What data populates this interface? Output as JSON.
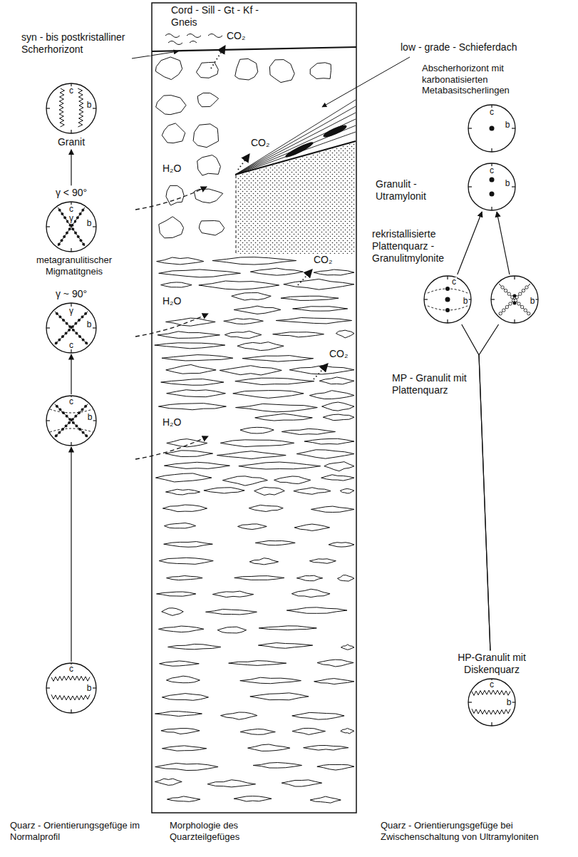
{
  "diagram": {
    "nodes": [
      {
        "text": [
          "c",
          "b",
          "Granit"
        ]
      },
      {
        "text": [
          "γ < 90°",
          "c",
          "γ",
          "b"
        ]
      },
      {
        "text": [
          "γ ~ 90°",
          "γ",
          "b",
          "c"
        ]
      },
      {
        "text": [
          "c",
          "b"
        ]
      },
      {
        "text": [
          "c",
          "b"
        ]
      },
      {
        "text": [
          "c",
          "b"
        ]
      },
      {
        "text": [
          "c",
          "b"
        ]
      },
      {
        "text": [
          "c",
          "b"
        ]
      },
      {
        "text": [
          "b"
        ]
      },
      {
        "text": [
          "HP-Granulit mit Diskenquarz",
          "c",
          "b"
        ]
      }
    ],
    "edges": [
      {
        "from": 4,
        "to": 3,
        "arrow": "to"
      },
      {
        "from": 3,
        "to": 2,
        "arrow": "to"
      },
      {
        "from": 1,
        "to": 0,
        "arrow": "to"
      },
      {
        "from": 7,
        "to": 6,
        "arrow": "to"
      },
      {
        "from": 8,
        "to": 6,
        "arrow": "to"
      },
      {
        "from": 9,
        "to": 7,
        "arrow": "none"
      },
      {
        "from": 9,
        "to": 8,
        "arrow": "none"
      }
    ],
    "labels": [
      "Cord - Sill - Gt - Kf - Gneis",
      "syn - bis postkristalliner Scherhorizont",
      "low - grade - Schieferdach",
      "Abscherhorizont mit karbonatisierten Metabasitscherlingen",
      "Granulit - Utramylonit",
      "rekristallisierte Plattenquarz - Granulitmylonite",
      "metagranulitischer Migmatitgneis",
      "MP - Granulit mit Plattenquarz",
      "Quarz - Orientierungsgefüge im Normalprofil",
      "Morphologie des Quarzteilgefüges",
      "Quarz - Orientierungsgefüge bei Zwischenschaltung von Ultramyloniten",
      "H₂O",
      "H₂O",
      "H₂O",
      "CO₂",
      "CO₂",
      "CO₂",
      "CO₂"
    ]
  }
}
